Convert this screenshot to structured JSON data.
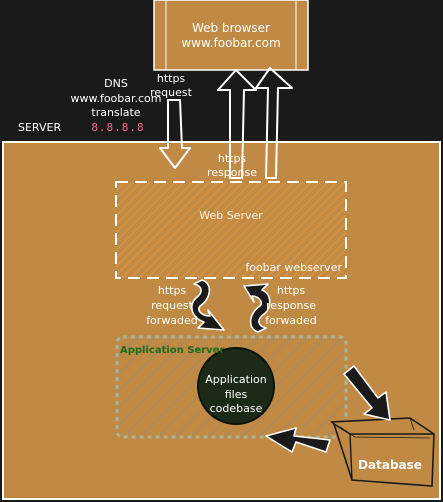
{
  "browser": {
    "title": "Web browser",
    "url": "www.foobar.com"
  },
  "dns": {
    "label": "DNS",
    "domain": "www.foobar.com",
    "action": "translate",
    "ip": "8.8.8.8"
  },
  "server_label": "SERVER",
  "request_label": [
    "https",
    "request"
  ],
  "response_label": [
    "https",
    "response"
  ],
  "web_server": {
    "title": "Web Server",
    "subtitle": "foobar webserver"
  },
  "forward_request_label": [
    "https",
    "request",
    "forwaded"
  ],
  "forward_response_label": [
    "https",
    "response",
    "forwaded"
  ],
  "app_server": {
    "title": "Application Server"
  },
  "app_files": [
    "Application",
    "files",
    "codebase"
  ],
  "database": {
    "label": "Database"
  },
  "colors": {
    "background": "#1a1a1a",
    "server_fill": "#c08a44",
    "browser_fill": "#c08a44",
    "webserver_hatch": "#d08a3a",
    "app_hatch": "#a88a5a",
    "app_border": "#a9b59a",
    "app_title": "#1a6b1a",
    "circle_fill": "#1c2a18",
    "ip_color": "#f06a8a",
    "white": "#ffffff"
  }
}
